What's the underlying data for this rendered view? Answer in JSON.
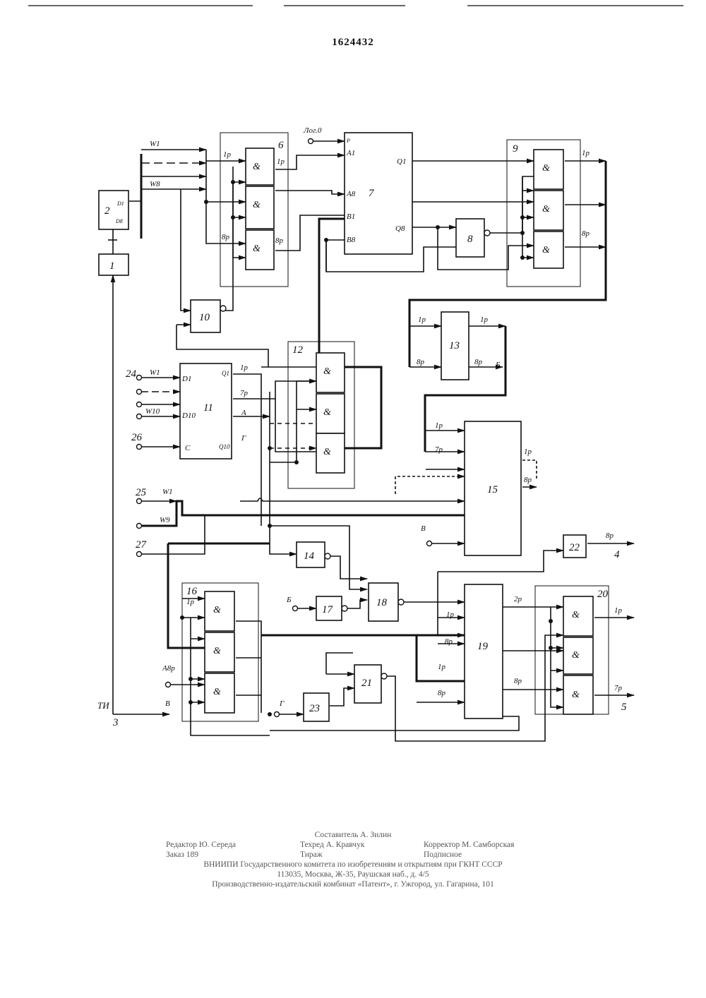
{
  "header": {
    "patent_number": "1624432"
  },
  "diagram": {
    "blocks": [
      {
        "id": "b1",
        "label": "1"
      },
      {
        "id": "b2",
        "label": "2"
      },
      {
        "id": "b6",
        "label": "6"
      },
      {
        "id": "b7",
        "label": "7"
      },
      {
        "id": "b8",
        "label": "8"
      },
      {
        "id": "b9",
        "label": "9"
      },
      {
        "id": "b10",
        "label": "10"
      },
      {
        "id": "b11",
        "label": "11"
      },
      {
        "id": "b12",
        "label": "12"
      },
      {
        "id": "b13",
        "label": "13"
      },
      {
        "id": "b14",
        "label": "14"
      },
      {
        "id": "b15",
        "label": "15"
      },
      {
        "id": "b16",
        "label": "16"
      },
      {
        "id": "b17",
        "label": "17"
      },
      {
        "id": "b18",
        "label": "18"
      },
      {
        "id": "b19",
        "label": "19"
      },
      {
        "id": "b20",
        "label": "20"
      },
      {
        "id": "b21",
        "label": "21"
      },
      {
        "id": "b22",
        "label": "22"
      },
      {
        "id": "b23",
        "label": "23"
      }
    ],
    "gate_symbol": "&",
    "terminals": {
      "t24": "24",
      "t25": "25",
      "t26": "26",
      "t27": "27",
      "t3": "3",
      "t4": "4",
      "t5": "5",
      "tTI": "ТИ"
    },
    "labels": {
      "W1": "W1",
      "W8": "W8",
      "W9": "W9",
      "W10": "W10",
      "D1": "D1",
      "D8": "D8",
      "D10": "D10",
      "C": "C",
      "Q1": "Q1",
      "Q8": "Q8",
      "Q10": "Q10",
      "A1": "A1",
      "A8": "A8",
      "B1": "B1",
      "B8": "B8",
      "P": "P",
      "log0": "Лог.0",
      "p1": "1p",
      "p2": "2p",
      "p7": "7p",
      "p8": "8p",
      "A": "A",
      "B": "Б",
      "V": "B",
      "G": "Г",
      "A8p": "A8p"
    }
  },
  "imprint": {
    "compiler": "Составитель А. Зилин",
    "editor": "Редактор Ю. Середа",
    "techred": "Техред А. Кравчук",
    "corrector": "Корректор М. Самборская",
    "order": "Заказ 189",
    "circulation": "Тираж",
    "subscription": "Подписное",
    "org": "ВНИИПИ Государственного комитета по изобретениям и открытиям при ГКНТ СССР",
    "address": "113035, Москва, Ж-35, Раушская наб., д. 4/5",
    "plant": "Производственно-издательский комбинат «Патент», г. Ужгород, ул. Гагарина, 101"
  }
}
